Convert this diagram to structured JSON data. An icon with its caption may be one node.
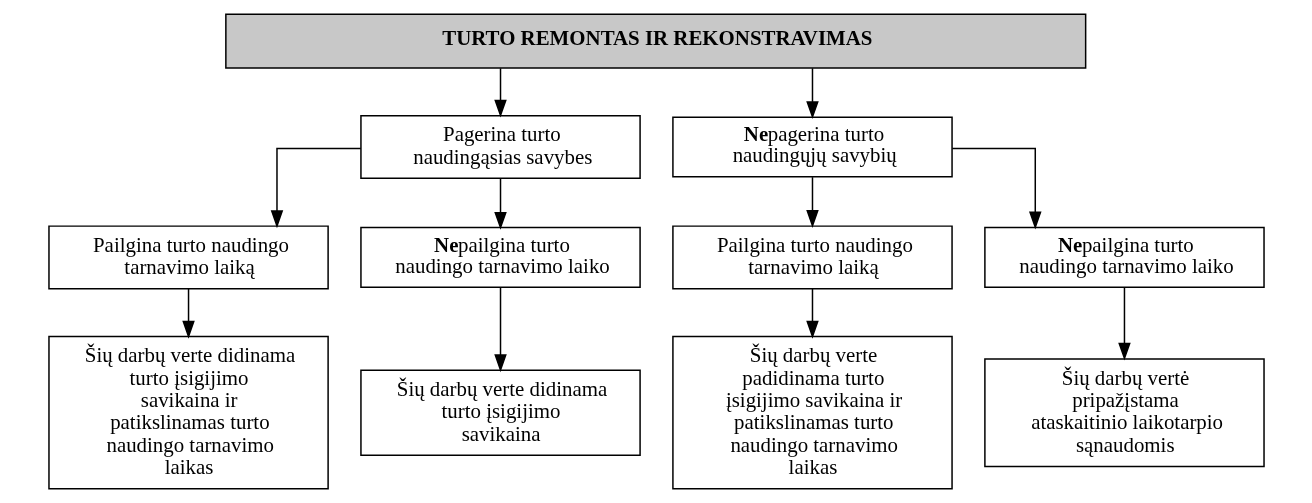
{
  "diagram": {
    "nodes": [
      {
        "text": [
          "TURTO REMONTAS IR REKONSTRAVIMAS"
        ]
      },
      {
        "text": [
          "Pagerina turto naudingąsias savybes"
        ]
      },
      {
        "text": [
          "**Ne**pagerina turto naudingųjų savybių"
        ]
      },
      {
        "text": [
          "Pailgina turto naudingo tarnavimo laiką"
        ]
      },
      {
        "text": [
          "**Ne**pailgina turto naudingo tarnavimo laiko"
        ]
      },
      {
        "text": [
          "Pailgina turto naudingo tarnavimo laiką"
        ]
      },
      {
        "text": [
          "**Ne**pailgina turto naudingo tarnavimo laiko"
        ]
      },
      {
        "text": [
          "Šių darbų verte didinama turto įsigijimo savikaina ir patikslinamas turto naudingo tarnavimo laikas"
        ]
      },
      {
        "text": [
          "Šių darbų verte didinama turto įsigijimo savikaina"
        ]
      },
      {
        "text": [
          "Šių darbų verte padidinama turto įsigijimo savikaina ir patikslinamas turto naudingo tarnavimo laikas"
        ]
      },
      {
        "text": [
          "Šių darbų vertė pripažįstama ataskaitinio laikotarpio sąnaudomis"
        ]
      }
    ],
    "edges": [
      {
        "from": 0,
        "to": 1,
        "arrow": "to"
      },
      {
        "from": 0,
        "to": 2,
        "arrow": "to"
      },
      {
        "from": 1,
        "to": 3,
        "arrow": "to"
      },
      {
        "from": 1,
        "to": 4,
        "arrow": "to"
      },
      {
        "from": 2,
        "to": 5,
        "arrow": "to"
      },
      {
        "from": 2,
        "to": 6,
        "arrow": "to"
      },
      {
        "from": 3,
        "to": 7,
        "arrow": "to"
      },
      {
        "from": 4,
        "to": 8,
        "arrow": "to"
      },
      {
        "from": 5,
        "to": 9,
        "arrow": "to"
      },
      {
        "from": 6,
        "to": 10,
        "arrow": "to"
      }
    ]
  }
}
